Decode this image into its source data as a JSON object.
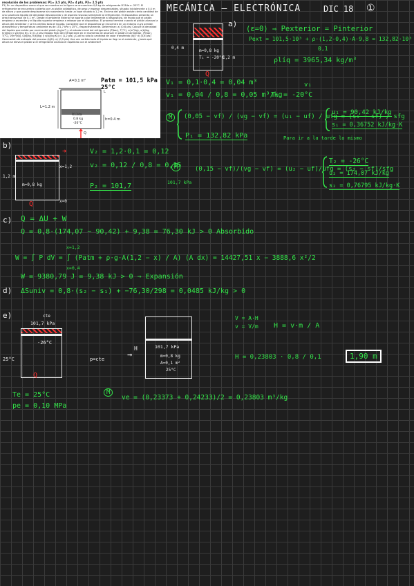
{
  "header": {
    "title": "MECÁNICA – ELECTRÓNICA",
    "date": "DIC 18",
    "number": "①"
  },
  "problem": {
    "header_line": "resolución de los problemas: P1= 3.5 pts, P2= 4 pts, P3= 2.5 pts",
    "text": "P1) En un dispositivo como el que se muestra en la figura se encuentran 0,8 kg de refrigerante R134a a -20°C. El refrigerante se encuentra cubierto por un pistón adiabático, de peso y espesor despreciables, situado inicialmente a 0,4 m de altura y que puede desplazarse sin rozamiento hasta un tope situado a 1,2 m. Encima del pistón existe cierta cantidad de una sustancia líquida de densidad desconocida y de aspecto viscoso semejante al refrigerante. El dispositivo presenta un área transversal de 0,1 m². Desde el ambiente exterior se aporta calor lentamente al dispositivo, de modo que el pistón empieza a ascender y el líquido superior empieza a rebosar por el dispositivo. El proceso termina cuando el pistón alcanza la altura del alrededor y se ha vertido todo el líquido. Considere que el dispositivo se encuentra en un entorno cuya presión atmosférica y temperatura ambiente es de 101,7 kPa y 25°C, respectivamente. Determinar: a) (0,6 pts) Calcule la densidad del líquido que existe por encima del pistón (kg/m³) y el estado inicial del refrigerante (P(bar), T(°C), v(m³/kg), u(kJ/kg, h(kJ/kg) y s(kJ/(kg K)). b) (1,2 pts) Estado final del refrigerante en el momento de alcanzar el pistón el alrededor, (P(bar), T(°C), v(m³/kg), u(kJ/kg, h(kJ/kg) y s(kJ/(kg K)) c) (1,2 pts) ¿Cuál ha sido la cantidad de calor transferido (kJ)? d) (0,6 pts) Generación de entropía del proceso (kJ/K). e) (0,5 pts) Una vez vertido todo el líquido se lleg ne el ambiente, ¿hasta qué altura se eleva el pistón si el refrigerante alcanza el equilibrio con el ambiente?",
    "fig_area": "A=0,1 m²",
    "fig_L": "L",
    "fig_L12": "L=1.2 m",
    "fig_r134a": "R134a",
    "fig_mass": "0.8 kg",
    "fig_temp": "-20°C",
    "fig_h": "h=0.4 m",
    "fig_Q": "Q"
  },
  "patm_note": {
    "line1": "Patm = 101,5 kPa",
    "line2": "25°C"
  },
  "part_a": {
    "label": "a)",
    "diag_label": "m=0,8 kg",
    "diag_T": "T₁ = -20°C",
    "diag_h": "0,4 m",
    "diag_top": "1,2 m",
    "diag_Q": "Q",
    "eq1": "(ε=0) ⇒ Pexterior = Pinterior",
    "eq2": "Pext = 101,5·10³ + ρ·(1,2-0,4)·A·9,8 = 132,82·10³",
    "eq2_den": "0,1",
    "eq3": "ρlíq = 3965,34 kg/m³",
    "eq4": "V₁ = 0,1·0,4 = 0,04 m³",
    "eq5": "v₁ = 0,04 / 0,8 = 0,05 m³/kg",
    "eq6": "T₁ = -20°C",
    "eq6b": "v₁",
    "mix_label": "M",
    "mix_eq": "(0,05 − vf) / (vg − vf) = (u₁ − uf) / ufg = (s₁ − sf) / sfg",
    "p1": "P₁ = 132,82 kPa",
    "u1": "u₁ = 90,42 kJ/kg",
    "s1": "s₁ = 0,36752 kJ/kg·K",
    "note": "Para ir a la tarde lo mismo"
  },
  "part_b": {
    "label": "b)",
    "diag_m": "m=0,8 kg",
    "diag_h": "1,2 m",
    "diag_x12": "x=1,2",
    "diag_x0": "x=0",
    "diag_Q": "Q",
    "v2": "V₂ = 1,2·0,1 = 0,12",
    "vs2": "v₂ = 0,12 / 0,8 = 0,15",
    "p2": "P₂ = 101,7",
    "mix": "M",
    "mix_p": "101,7 kPa",
    "mix_eq": "(0,15 − vf)/(vg − vf) = (u₂ − uf)/ufg = (s₂ − sf)/sfg",
    "t2": "T₂ = -26°C",
    "u2": "u₂ = 174,07 kJ/kg",
    "s2": "s₂ = 0,76795 kJ/kg·K"
  },
  "part_c": {
    "label": "c)",
    "eq1": "Q = ΔU + W",
    "eq2": "Q = 0,8·(174,07 − 90,42) + 9,38 = 76,30 kJ > 0  Absorbido",
    "w_int": "W = ∫ P dV = ∫ (Patm + ρ·g·A(1,2 − x) / A) (A dx) = 14427,51 x − 3888,6 x²/2",
    "w_lim_top": "x=1,2",
    "w_lim_bot": "x=0,4",
    "w_res": "W = 9380,79 J = 9,38 kJ > 0 ⇒ Expansión"
  },
  "part_d": {
    "label": "d)",
    "eq": "ΔSuniv = 0,8·(s₂ − s₁) + −76,30/298 = 0,0485 kJ/kg > 0"
  },
  "part_e": {
    "label": "e)",
    "diag1_cte": "cte",
    "diag1_p": "101,7 kPa",
    "diag1_t": "-26°C",
    "diag1_amb": "25°C",
    "diag1_Q": "Q",
    "arrow_label": "p=cte",
    "diag2_h": "H",
    "diag2_p": "101,7 kPa",
    "diag2_m": "m=0,8 kg",
    "diag2_a": "A=0,1 m²",
    "diag2_t": "25°C",
    "rel1": "V = A·H",
    "rel2": "v = V/m",
    "rel3": "H = v·m / A",
    "h_eq": "H = 0,23803 · 0,8 / 0,1",
    "h_res": "1,90 m",
    "te": "Te = 25°C",
    "pe": "pe = 0,10 MPa",
    "ve_label": "M",
    "ve": "ve = (0,23373 + 0,24233)/2 = 0,23803 m³/kg"
  }
}
